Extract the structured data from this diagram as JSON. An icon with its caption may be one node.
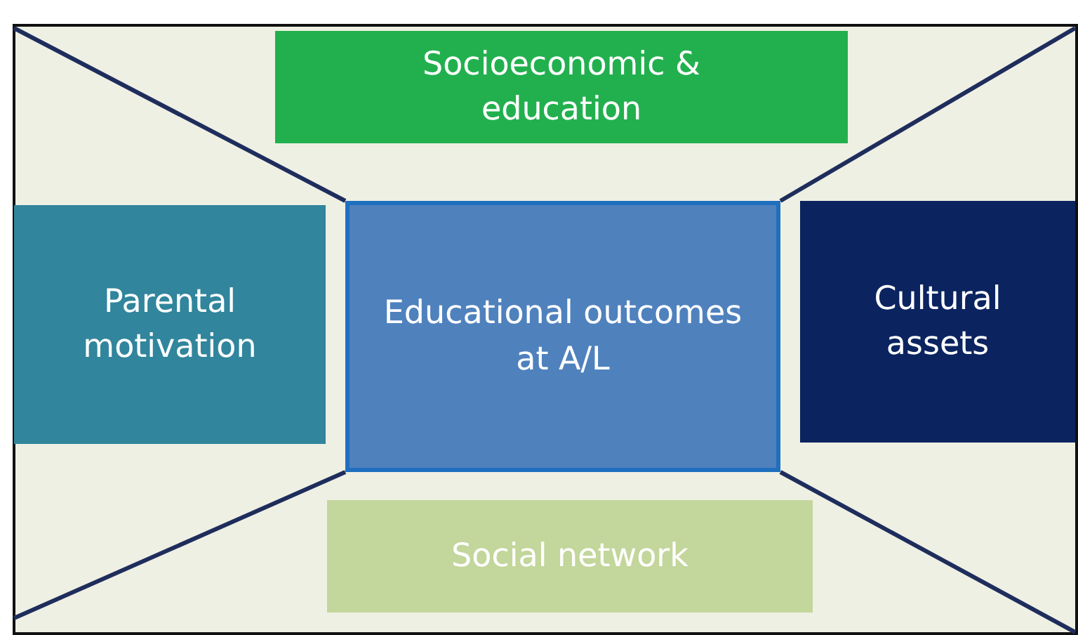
{
  "diagram": {
    "nodes": [
      {
        "text": [
          "Socioeconomic & education"
        ]
      },
      {
        "text": [
          "Parental motivation"
        ]
      },
      {
        "text": [
          "Educational outcomes at A/L"
        ]
      },
      {
        "text": [
          "Cultural assets"
        ]
      },
      {
        "text": [
          "Social network"
        ]
      }
    ]
  }
}
